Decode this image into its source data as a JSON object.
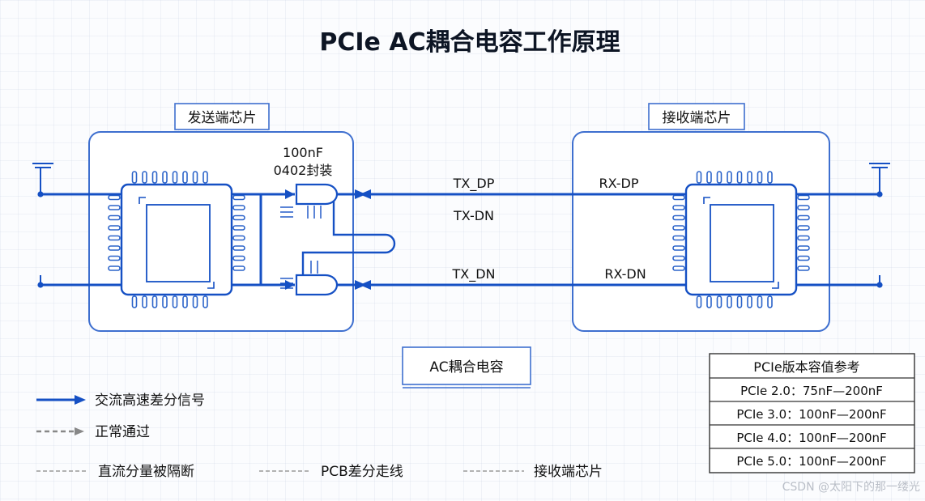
{
  "title": "PCIe AC耦合电容工作原理",
  "tx_chip": {
    "label": "发送端芯片"
  },
  "rx_chip": {
    "label": "接收端芯片"
  },
  "capacitor": {
    "value": "100nF",
    "package": "0402封装"
  },
  "signals": {
    "tx_dp": "TX_DP",
    "tx_dn_upper": "TX-DN",
    "tx_dn_lower": "TX_DN",
    "rx_dp": "RX-DP",
    "rx_dn": "RX-DN"
  },
  "center_label": "AC耦合电容",
  "legend": {
    "arrow_solid": "交流高速差分信号",
    "arrow_dashed": "正常通过",
    "dash_dc": "直流分量被隔断",
    "dash_pcb": "PCB差分走线",
    "dash_rx": "接收端芯片"
  },
  "reference_table": {
    "title": "PCIe版本容值参考",
    "rows": [
      "PCIe 2.0：75nF—200nF",
      "PCIe 3.0：100nF—200nF",
      "PCIe 4.0：100nF—200nF",
      "PCIe 5.0：100nF—200nF"
    ]
  },
  "watermark": "CSDN @太阳下的那一缕光",
  "colors": {
    "line_blue": "#1550c4",
    "chip_outline": "#2b63c9",
    "box_blue": "#3e6fcf",
    "legend_gray": "#888888"
  }
}
